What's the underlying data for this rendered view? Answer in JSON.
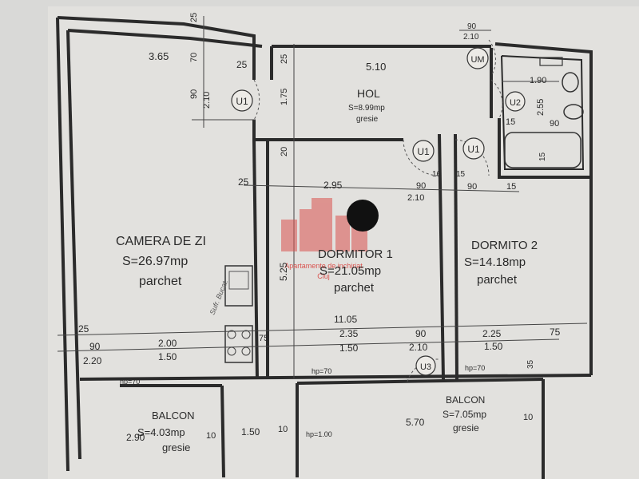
{
  "rooms": {
    "living": {
      "name": "CAMERA DE ZI",
      "area": "S=26.97mp",
      "floor": "parchet"
    },
    "hall": {
      "name": "HOL",
      "area": "S=8.99mp",
      "floor": "gresie"
    },
    "bedroom1": {
      "name": "DORMITOR 1",
      "area": "S=21.05mp",
      "floor": "parchet"
    },
    "bedroom2": {
      "name": "DORMITO 2",
      "area": "S=14.18mp",
      "floor": "parchet"
    },
    "balcony_left": {
      "name": "BALCON",
      "area": "S=4.03mp",
      "floor": "gresie"
    },
    "balcony_right": {
      "name": "BALCON",
      "area": "S=7.05mp",
      "floor": "gresie"
    }
  },
  "watermark": {
    "line1": "Apartamente de inchiriat",
    "line2": "Cluj"
  },
  "handwriting": "Sufr. Bucat.",
  "door_labels": {
    "u1_living": "U1",
    "u1_bed1": "U1",
    "u1_bed2": "U1",
    "u2": "U2",
    "u3": "U3",
    "um": "UM"
  },
  "window_labels": {
    "left": "hp=70",
    "mid": "hp=70",
    "right": "hp=70",
    "balcony": "hp=1.00"
  },
  "dimensions": {
    "d25_a": "25",
    "d365": "3.65",
    "d70": "70",
    "d25_b": "25",
    "d25_c": "25",
    "d90_a": "90",
    "d210_a": "2.10",
    "d175": "1.75",
    "d510": "5.10",
    "d90_top": "90",
    "d210_top": "2.10",
    "d190": "1.90",
    "d255": "2.55",
    "d15_a": "15",
    "d90_b": "90",
    "d15_b": "15",
    "d20": "20",
    "d16": "16",
    "d15_c": "15",
    "d25_d": "25",
    "d295": "2.95",
    "d90_c": "90",
    "d210_b": "2.10",
    "d90_d": "90",
    "d15_d": "15",
    "d525": "5.25",
    "d25_e": "25",
    "d1105": "11.05",
    "d75_a": "75",
    "d235": "2.35",
    "d90_e": "90",
    "d225": "2.25",
    "d75_b": "75",
    "d90_f": "90",
    "d200": "2.00",
    "d220": "2.20",
    "d150_a": "1.50",
    "d150_b": "1.50",
    "d210_c": "2.10",
    "d150_c": "1.50",
    "d35": "35",
    "d290": "2.90",
    "d10_a": "10",
    "d150_d": "1.50",
    "d10_b": "10",
    "d570": "5.70",
    "d10_c": "10"
  },
  "colors": {
    "paper": "#d9d9d7",
    "wall": "#2b2b2b",
    "watermark": "#d9534f"
  }
}
